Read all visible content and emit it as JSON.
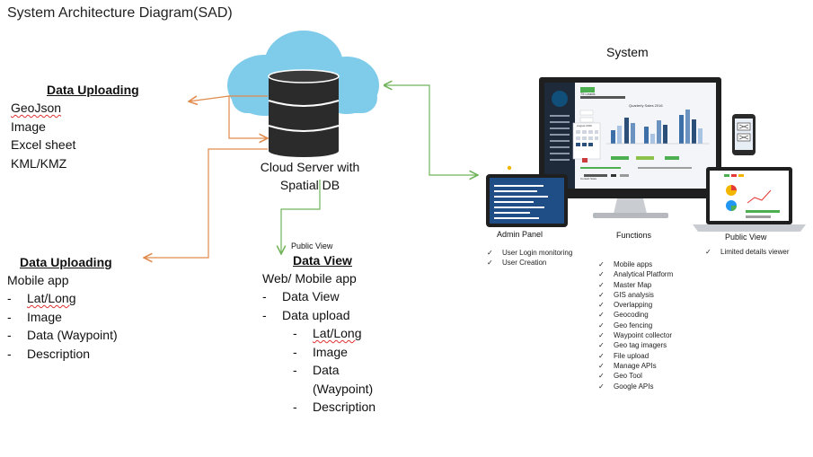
{
  "title": "System Architecture Diagram(SAD)",
  "cloud": {
    "label_line1": "Cloud Server with",
    "label_line2": "Spatial DB"
  },
  "upload_top": {
    "heading": "Data Uploading",
    "items": [
      "GeoJson",
      "Image",
      "Excel sheet",
      "KML/KMZ"
    ]
  },
  "upload_mobile": {
    "heading": "Data Uploading",
    "subtitle": "Mobile app",
    "items": [
      "Lat/Long",
      "Image",
      "Data (Waypoint)",
      "Description"
    ]
  },
  "data_view": {
    "small_label": "Public View",
    "heading": "Data View",
    "subtitle": "Web/ Mobile app",
    "items": [
      "Data View",
      "Data upload"
    ],
    "sub_items": [
      "Lat/Long",
      "Image",
      "Data",
      "(Waypoint)",
      "Description"
    ]
  },
  "system": {
    "label": "System",
    "admin_panel": {
      "label": "Admin Panel",
      "items": [
        "User Login monitoring",
        "User Creation"
      ]
    },
    "functions": {
      "label": "Functions",
      "items": [
        "Mobile apps",
        "Analytical  Platform",
        "Master Map",
        "GIS analysis",
        "Overlapping",
        "Geocoding",
        "Geo fencing",
        "Waypoint collector",
        "Geo tag imagers",
        "File upload",
        "Manage APIs",
        "Geo Tool",
        "Google APIs"
      ]
    },
    "public_view": {
      "label": "Public View",
      "items": [
        "Limited details viewer"
      ]
    },
    "screen": {
      "header": "75 Leads",
      "chart_title": "Quarterly Sales 2016",
      "calendar_month": "August 2016",
      "bottom_label": "Contact Stats"
    }
  },
  "colors": {
    "arrow_orange": "#e08a4c",
    "arrow_green": "#6fb35a",
    "cloud": "#7fcbea",
    "db": "#2b2b2b",
    "dark_panel": "#1e2a3a",
    "chart_blue": "#3d6fa8",
    "chart_light": "#a9c4e3"
  }
}
